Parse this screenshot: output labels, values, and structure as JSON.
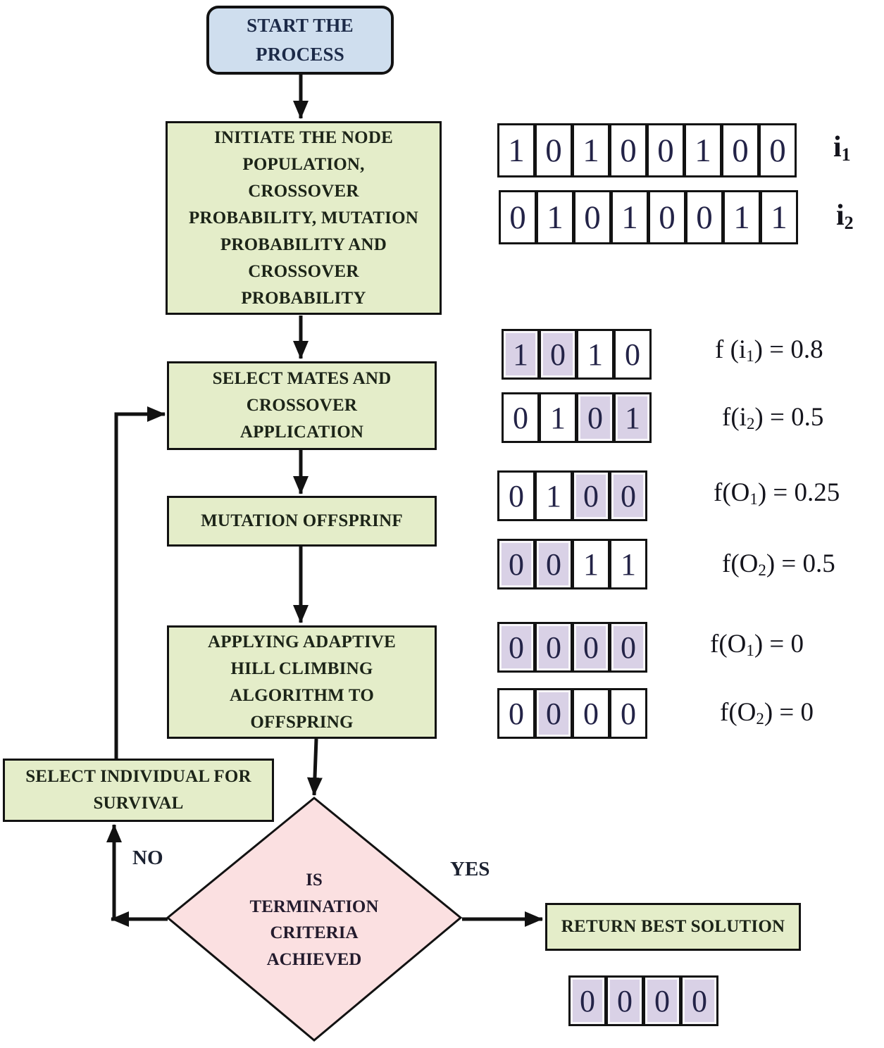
{
  "flowchart": {
    "start": "START THE\nPROCESS",
    "initiate": "INITIATE THE NODE\nPOPULATION,\nCROSSOVER\nPROBABILITY, MUTATION\nPROBABILITY AND\nCROSSOVER\nPROBABILITY",
    "select_mates": "SELECT MATES AND\nCROSSOVER\nAPPLICATION",
    "mutation": "MUTATION OFFSPRINF",
    "hill_climbing": "APPLYING ADAPTIVE\nHILL CLIMBING\nALGORITHM TO\nOFFSPRING",
    "survival": "SELECT INDIVIDUAL FOR\nSURVIVAL",
    "decision": "IS\nTERMINATION\nCRITERIA\nACHIEVED",
    "return_best": "RETURN BEST SOLUTION",
    "no_label": "NO",
    "yes_label": "YES"
  },
  "colors": {
    "process_fill": "#e4edc9",
    "start_fill": "#cfdeee",
    "decision_fill": "#fbe0e1",
    "cell_shaded_fill": "#d9d1e6",
    "line": "#121212"
  },
  "registers": [
    {
      "name": "parent-i1",
      "bits": [
        "1",
        "0",
        "1",
        "0",
        "0",
        "1",
        "0",
        "0"
      ],
      "shaded": [
        false,
        false,
        false,
        false,
        false,
        false,
        false,
        false
      ],
      "label": {
        "pre": "i",
        "sub": "1",
        "post": ""
      }
    },
    {
      "name": "parent-i2",
      "bits": [
        "0",
        "1",
        "0",
        "1",
        "0",
        "0",
        "1",
        "1"
      ],
      "shaded": [
        false,
        false,
        false,
        false,
        false,
        false,
        false,
        false
      ],
      "label": {
        "pre": "i",
        "sub": "2",
        "post": ""
      }
    },
    {
      "name": "fitness-i1",
      "bits": [
        "1",
        "0",
        "1",
        "0"
      ],
      "shaded": [
        true,
        true,
        false,
        false
      ],
      "label": {
        "pre": "f (i",
        "sub": "1",
        "post": ") = 0.8"
      }
    },
    {
      "name": "fitness-i2",
      "bits": [
        "0",
        "1",
        "0",
        "1"
      ],
      "shaded": [
        false,
        false,
        true,
        true
      ],
      "label": {
        "pre": "f(i",
        "sub": "2",
        "post": ") = 0.5"
      }
    },
    {
      "name": "offspring-o1",
      "bits": [
        "0",
        "1",
        "0",
        "0"
      ],
      "shaded": [
        false,
        false,
        true,
        true
      ],
      "label": {
        "pre": "f(O",
        "sub": "1",
        "post": ") = 0.25"
      }
    },
    {
      "name": "offspring-o2",
      "bits": [
        "0",
        "0",
        "1",
        "1"
      ],
      "shaded": [
        true,
        true,
        false,
        false
      ],
      "label": {
        "pre": "f(O",
        "sub": "2",
        "post": ") = 0.5"
      }
    },
    {
      "name": "hillclimb-o1",
      "bits": [
        "0",
        "0",
        "0",
        "0"
      ],
      "shaded": [
        true,
        true,
        true,
        true
      ],
      "label": {
        "pre": "f(O",
        "sub": "1",
        "post": ") = 0"
      }
    },
    {
      "name": "hillclimb-o2",
      "bits": [
        "0",
        "0",
        "0",
        "0"
      ],
      "shaded": [
        false,
        true,
        false,
        false
      ],
      "label": {
        "pre": "f(O",
        "sub": "2",
        "post": ") = 0"
      }
    },
    {
      "name": "best-solution",
      "bits": [
        "0",
        "0",
        "0",
        "0"
      ],
      "shaded": [
        true,
        true,
        true,
        true
      ],
      "label": {
        "pre": "",
        "sub": "",
        "post": ""
      }
    }
  ]
}
